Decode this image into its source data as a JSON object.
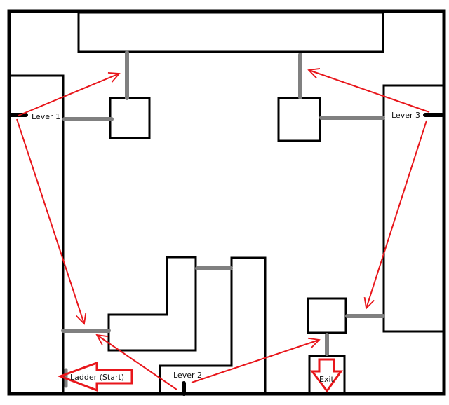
{
  "labels": {
    "lever1": "Lever 1",
    "lever2": "Lever 2",
    "lever3": "Lever 3",
    "ladder": "Ladder (Start)",
    "exit": "Exit"
  },
  "colors": {
    "wall": "#000000",
    "door": "#808080",
    "arrow": "#e8161b"
  }
}
